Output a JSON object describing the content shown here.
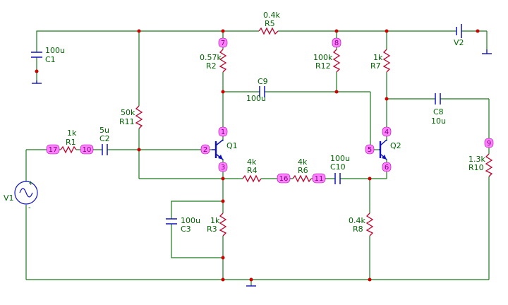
{
  "components": {
    "r1": {
      "value": "1k",
      "ref": "R1"
    },
    "r2": {
      "value": "0.57k",
      "ref": "R2"
    },
    "r3": {
      "value": "1k",
      "ref": "R3"
    },
    "r4": {
      "value": "4k",
      "ref": "R4"
    },
    "r5": {
      "value": "0.4k",
      "ref": "R5"
    },
    "r6": {
      "value": "4k",
      "ref": "R6"
    },
    "r7": {
      "value": "1k",
      "ref": "R7"
    },
    "r8": {
      "value": "0.4k",
      "ref": "R8"
    },
    "r10": {
      "value": "1.3k",
      "ref": "R10"
    },
    "r11": {
      "value": "50k",
      "ref": "R11"
    },
    "r12": {
      "value": "100k",
      "ref": "R12"
    },
    "c1": {
      "value": "100u",
      "ref": "C1"
    },
    "c2": {
      "value": "5u",
      "ref": "C2"
    },
    "c3": {
      "value": "100u",
      "ref": "C3"
    },
    "c8": {
      "value": "10u",
      "ref": "C8"
    },
    "c9": {
      "value": "100u",
      "ref": "C9"
    },
    "c10": {
      "value": "100u",
      "ref": "C10"
    },
    "q1": {
      "ref": "Q1"
    },
    "q2": {
      "ref": "Q2"
    },
    "v1": {
      "ref": "V1",
      "plus": "+",
      "minus": "-"
    },
    "v2": {
      "ref": "V2"
    }
  },
  "nodes": {
    "n1": "1",
    "n2": "2",
    "n3": "3",
    "n4": "4",
    "n5": "5",
    "n6": "6",
    "n7": "7",
    "n8": "8",
    "n9": "9",
    "n10": "10",
    "n11": "11",
    "n16": "16",
    "n17": "17"
  },
  "colors": {
    "wire": "#1a7a1a",
    "resistor": "#c0002a",
    "junction": "#d00000",
    "node_marker": "#ff80ff",
    "device": "#1010c0"
  }
}
